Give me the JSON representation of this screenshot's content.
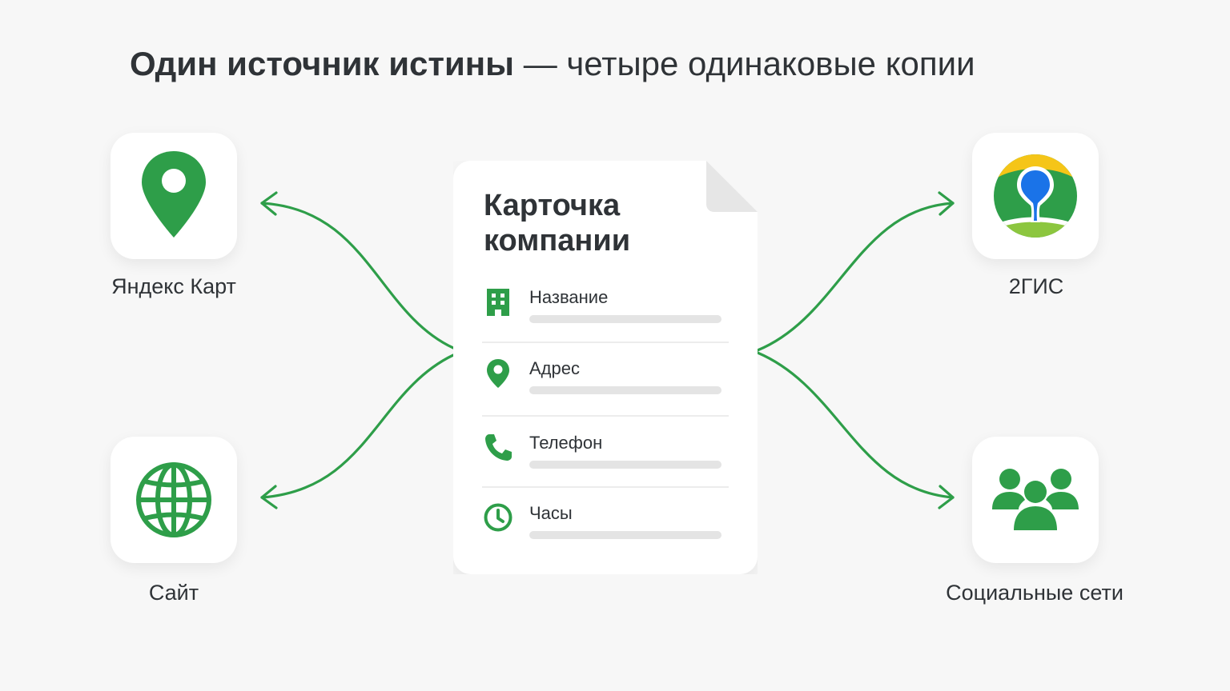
{
  "title": {
    "bold": "Один источник истины",
    "light": "— четыре одинаковые копии"
  },
  "colors": {
    "accent": "#2e9e49",
    "background": "#f7f7f7",
    "text": "#2f3337",
    "bar": "#e4e4e4"
  },
  "card": {
    "title": "Карточка компании",
    "fields": [
      {
        "label": "Название",
        "icon": "building-icon"
      },
      {
        "label": "Адрес",
        "icon": "location-pin-icon"
      },
      {
        "label": "Телефон",
        "icon": "phone-icon"
      },
      {
        "label": "Часы",
        "icon": "clock-icon"
      }
    ]
  },
  "destinations": [
    {
      "label": "Яндекс Карт",
      "icon": "map-pin-icon"
    },
    {
      "label": "Сайт",
      "icon": "globe-icon"
    },
    {
      "label": "2ГИС",
      "icon": "2gis-logo-icon"
    },
    {
      "label": "Социальные сети",
      "icon": "people-icon"
    }
  ]
}
